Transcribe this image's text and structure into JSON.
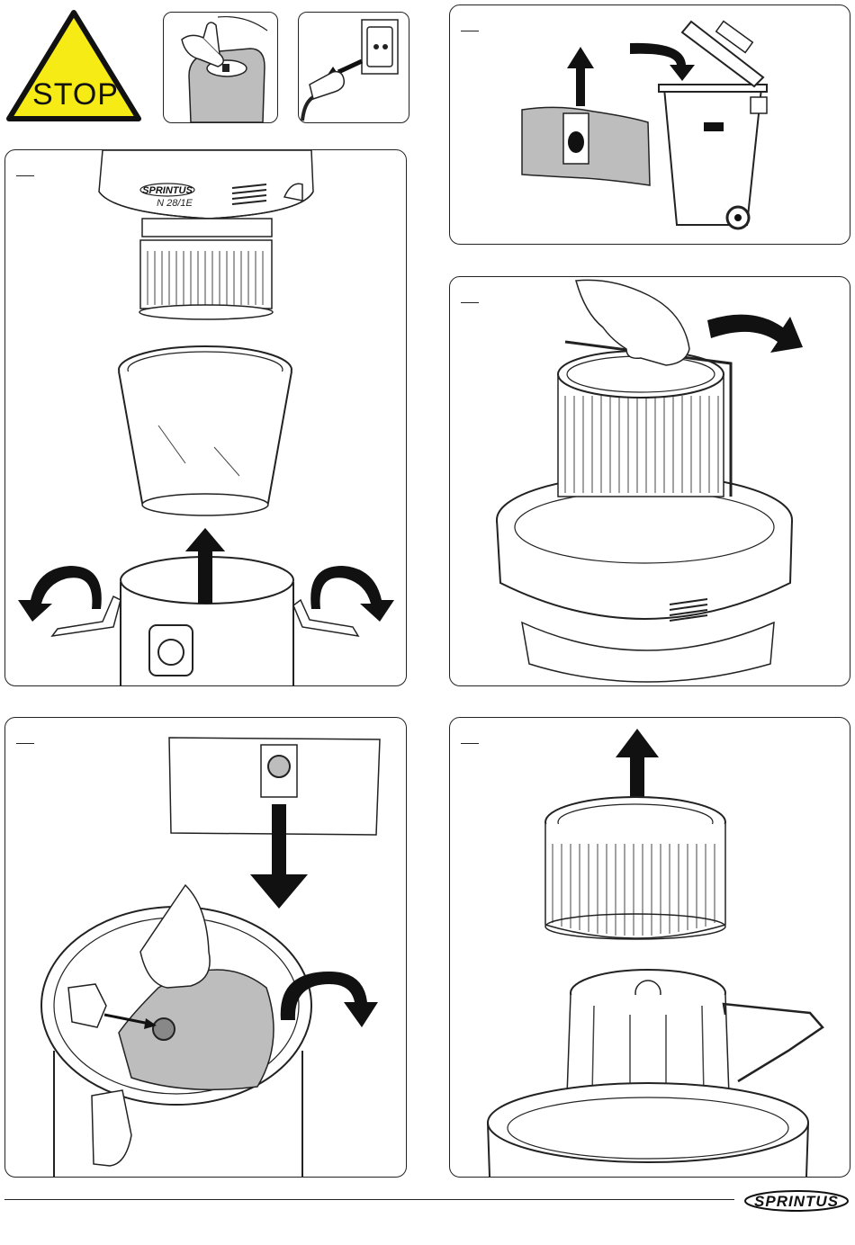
{
  "warning": {
    "sign_text": "STOP",
    "sign_color": "#F6EB14"
  },
  "main_unit": {
    "brand": "SPRINTUS",
    "model": "N 28/1E"
  },
  "footer": {
    "brand": "SPRINTUS"
  },
  "icons": [
    "stop-sign-icon",
    "power-switch-icon",
    "unplug-icon",
    "dispose-bag-icon",
    "trash-bin-icon"
  ]
}
